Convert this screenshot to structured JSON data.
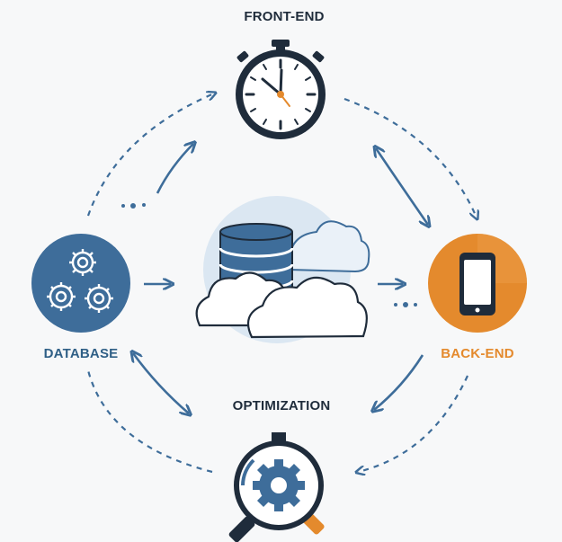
{
  "labels": {
    "front_end": "FRONT-END",
    "database": "DATABASE",
    "back_end": "BACK-END",
    "optimization": "OPTIMIZATION"
  },
  "icons": {
    "front_end": "stopwatch-icon",
    "database": "gears-icon",
    "back_end": "smartphone-icon",
    "optimization": "gear-magnifier-icon",
    "center": "database-cloud-icon"
  },
  "colors": {
    "navy": "#1f2c3b",
    "blue": "#3e6d9a",
    "orange": "#e48a2d",
    "light_blue": "#dbe7f2"
  }
}
